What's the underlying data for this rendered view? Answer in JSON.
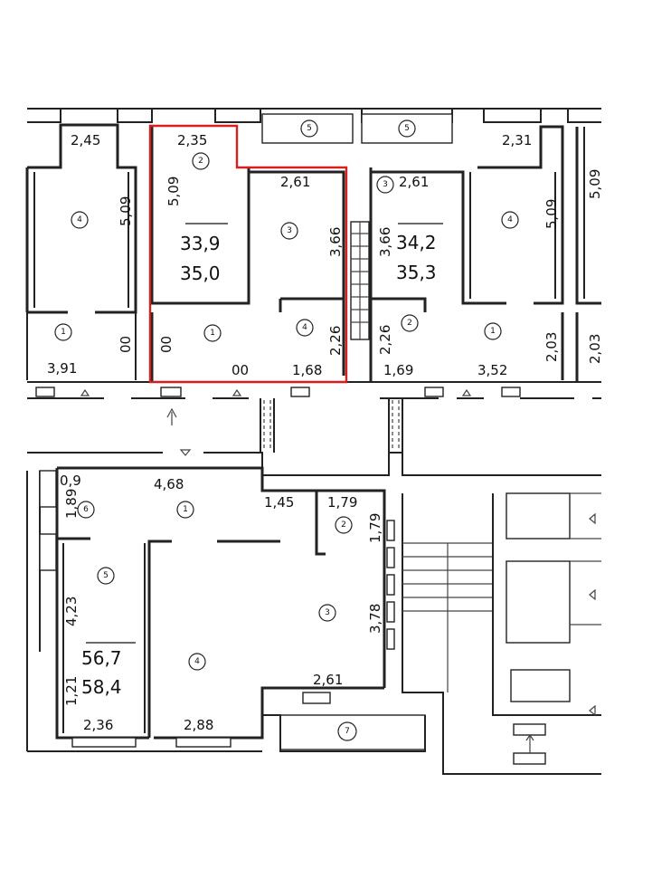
{
  "colors": {
    "wall": "#222222",
    "selection": "#d61f1f",
    "background": "#ffffff"
  },
  "upper": {
    "left_unit": {
      "width_top": "2,45",
      "height_side": "5,09",
      "bottom_width": "3,91",
      "side_small": "00",
      "room_main": "4",
      "room_hall": "1"
    },
    "selected_unit": {
      "room2_width": "2,35",
      "room2_height": "5,09",
      "room3_width": "2,61",
      "room3_height": "3,66",
      "room4_height": "2,26",
      "room4_width": "1,68",
      "hall_left": "00",
      "hall_bottom": "00",
      "area_living": "33,9",
      "area_total": "35,0",
      "rooms": {
        "r1": "1",
        "r2": "2",
        "r3": "3",
        "r4": "4"
      }
    },
    "right_unit": {
      "room3_width": "2,61",
      "room3_height": "3,66",
      "room2_height": "2,26",
      "room2_width": "1,69",
      "area_living": "34,2",
      "area_total": "35,3",
      "rooms": {
        "r1": "1",
        "r2": "2",
        "r3": "3",
        "r4": "4"
      },
      "room4_width": "2,31",
      "room4_height": "5,09",
      "hall_bottom": "3,52",
      "hall_side": "2,03"
    },
    "far_right": {
      "height_top": "5,09",
      "height_bottom": "2,03"
    },
    "balcony_left": "5",
    "balcony_right": "5"
  },
  "lower": {
    "unit": {
      "r6_width": "0,9",
      "r6_height": "1,89",
      "r1_width": "4,68",
      "r2_width_a": "1,45",
      "r2_width_b": "1,79",
      "r2_height": "1,79",
      "r3_height": "3,78",
      "r3_width": "2,61",
      "r5_height": "4,23",
      "r5_small": "1,21",
      "r5_width": "2,36",
      "r4_width": "2,88",
      "area_living": "56,7",
      "area_total": "58,4",
      "rooms": {
        "r1": "1",
        "r2": "2",
        "r3": "3",
        "r4": "4",
        "r5": "5",
        "r6": "6",
        "r7": "7"
      }
    }
  }
}
